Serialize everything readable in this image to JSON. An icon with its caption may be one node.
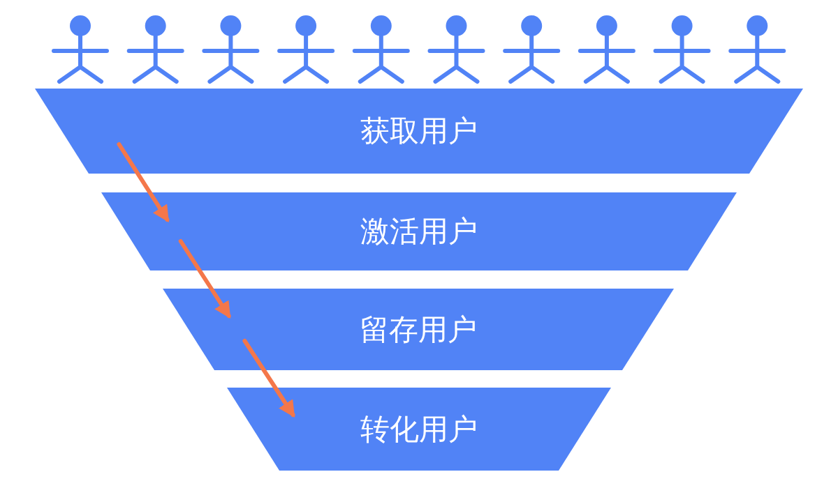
{
  "diagram": {
    "nodes": [
      {
        "text": [
          "获取用户"
        ]
      },
      {
        "text": [
          "激活用户"
        ]
      },
      {
        "text": [
          "留存用户"
        ]
      },
      {
        "text": [
          "转化用户"
        ]
      }
    ],
    "edges": [
      {
        "from": 0,
        "to": 1,
        "arrow": "to",
        "color": "#f4774a"
      },
      {
        "from": 1,
        "to": 2,
        "arrow": "to",
        "color": "#f4774a"
      },
      {
        "from": 2,
        "to": 3,
        "arrow": "to",
        "color": "#f4774a"
      }
    ]
  }
}
